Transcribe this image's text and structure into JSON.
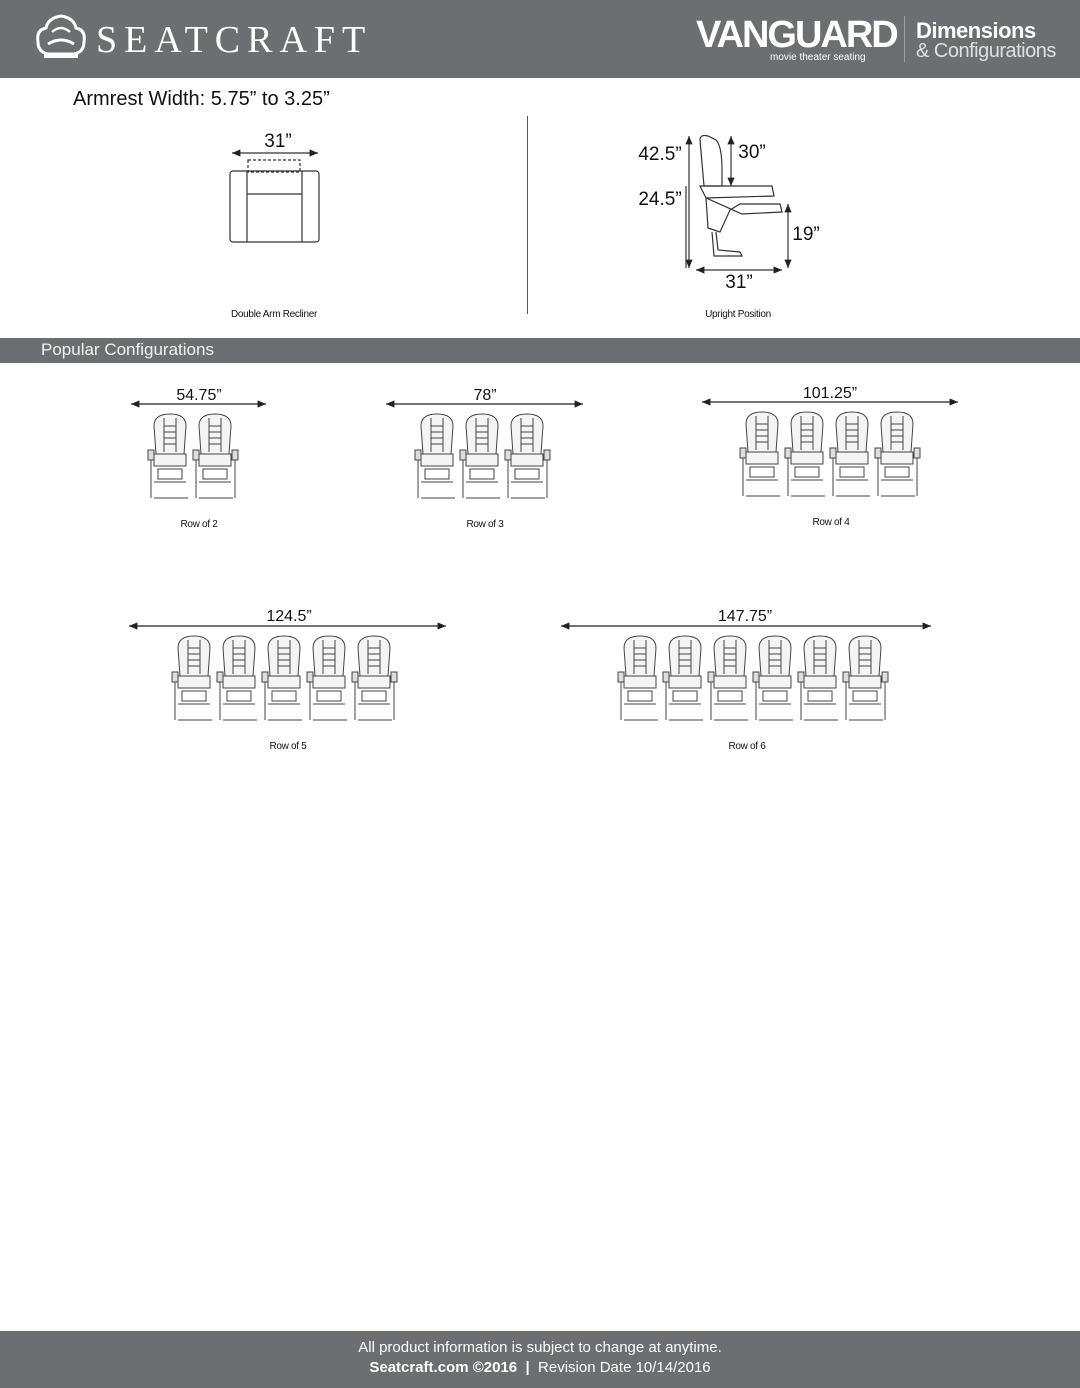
{
  "header": {
    "brand": "SEATCRAFT",
    "product": "VANGUARD",
    "product_tagline": "movie theater seating",
    "title": "Dimensions",
    "subtitle": "& Configurations"
  },
  "armrest_width": "Armrest Width: 5.75” to 3.25”",
  "top_view": {
    "width": "31”",
    "caption": "Double Arm Recliner"
  },
  "side_view": {
    "overall_height": "42.5”",
    "back_height": "30”",
    "seat_height": "24.5”",
    "footrest_height": "19”",
    "depth": "31”",
    "caption": "Upright Position"
  },
  "section_title": "Popular Configurations",
  "configurations": [
    {
      "seats": 2,
      "width": "54.75”",
      "caption": "Row of 2"
    },
    {
      "seats": 3,
      "width": "78”",
      "caption": "Row of 3"
    },
    {
      "seats": 4,
      "width": "101.25”",
      "caption": "Row of 4"
    },
    {
      "seats": 5,
      "width": "124.5”",
      "caption": "Row of 5"
    },
    {
      "seats": 6,
      "width": "147.75”",
      "caption": "Row of 6"
    }
  ],
  "footer": {
    "notice": "All product information is subject to change at anytime.",
    "site": "Seatcraft.com ©2016",
    "separator": "|",
    "revision": "Revision Date 10/14/2016"
  },
  "colors": {
    "bar": "#6d6e71",
    "line": "#333333"
  }
}
